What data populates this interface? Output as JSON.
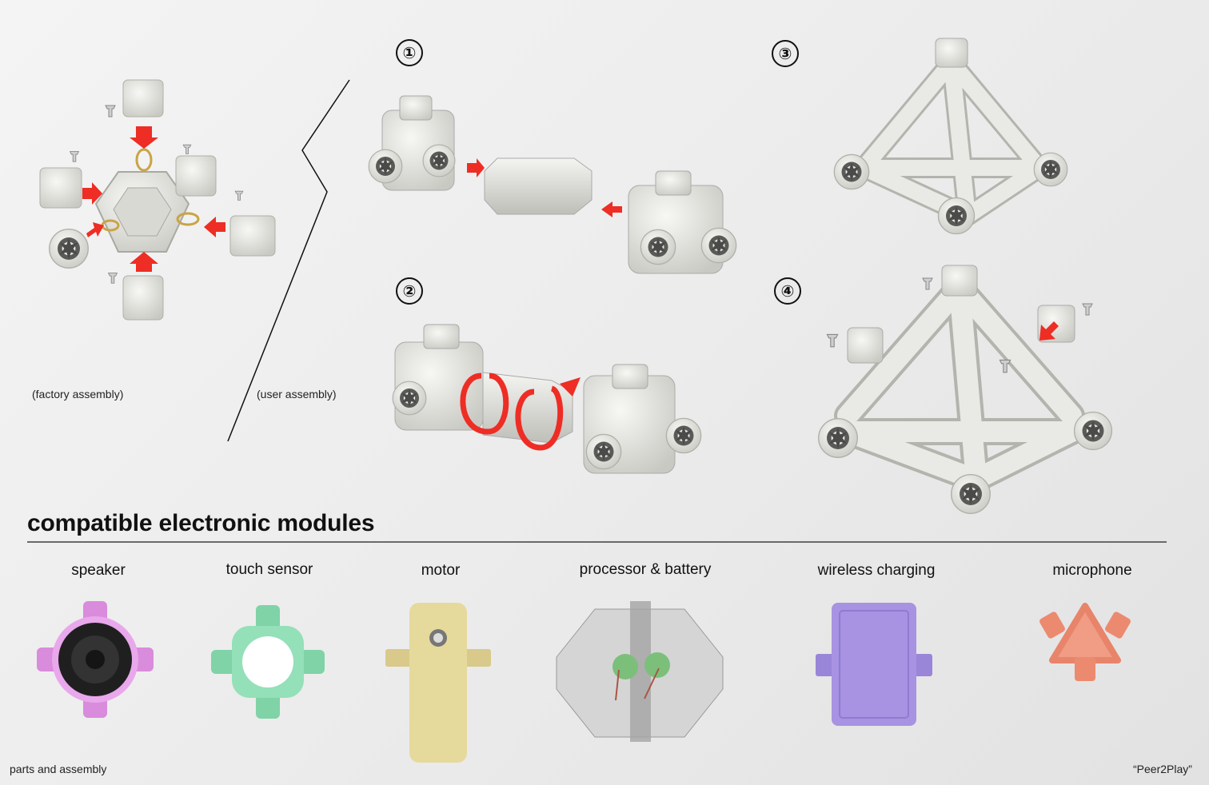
{
  "steps": [
    "①",
    "②",
    "③",
    "④"
  ],
  "captions": {
    "factory": "(factory assembly)",
    "user": "(user assembly)"
  },
  "section": {
    "title": "compatible electronic modules"
  },
  "modules": [
    {
      "label": "speaker",
      "color": "#d78ad9"
    },
    {
      "label": "touch sensor",
      "color": "#86dbb0"
    },
    {
      "label": "motor",
      "color": "#e7d898"
    },
    {
      "label": "processor & battery",
      "color": "#b8b8b8"
    },
    {
      "label": "wireless charging",
      "color": "#a68fe0"
    },
    {
      "label": "microphone",
      "color": "#f29a82"
    }
  ],
  "footer": {
    "left": "parts and assembly",
    "right": "“Peer2Play”"
  },
  "colors": {
    "arrow": "#ee2d24",
    "part": "#e6e6e3",
    "part_shade": "#c7c7c2",
    "thread": "#d4d2cc"
  }
}
